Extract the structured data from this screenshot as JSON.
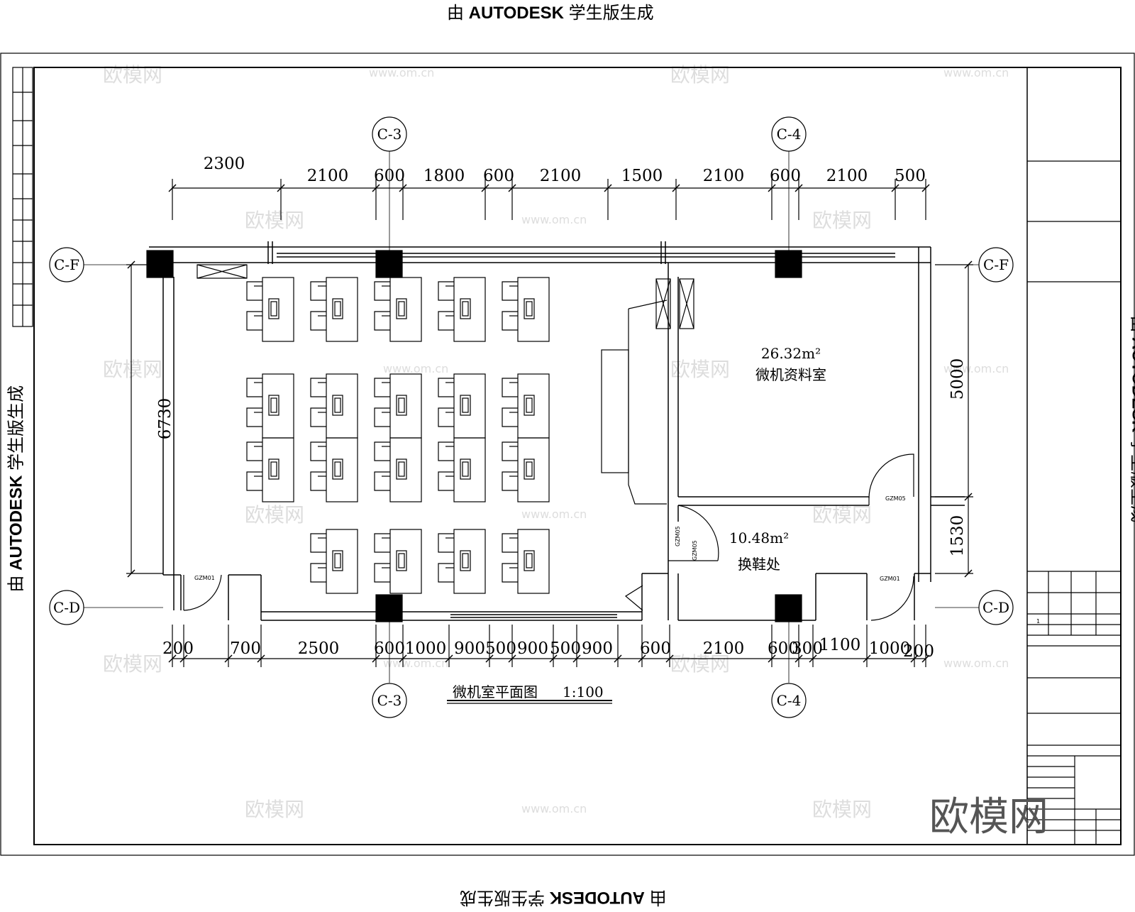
{
  "stamp": {
    "prefix": "由",
    "brand": "AUTODESK",
    "suffix": "学生版生成"
  },
  "axes": {
    "c3": "C-3",
    "c4": "C-4",
    "cf": "C-F",
    "cd": "C-D"
  },
  "dims_top": [
    "2300",
    "2100",
    "600",
    "1800",
    "600",
    "2100",
    "1500",
    "2100",
    "600",
    "2100",
    "500"
  ],
  "dims_bottom": [
    "200",
    "700",
    "2500",
    "600",
    "1000",
    "900",
    "500",
    "900",
    "500",
    "900",
    "600",
    "2100",
    "600",
    "300",
    "1100",
    "1000",
    "200"
  ],
  "dims_left": "6730",
  "dims_right": [
    "5000",
    "1530"
  ],
  "rooms": [
    {
      "area": "26.32m²",
      "name": "微机资料室"
    },
    {
      "area": "10.48m²",
      "name": "换鞋处"
    }
  ],
  "door_labels": [
    "GZM01",
    "GZM05",
    "GZM05",
    "GZM05",
    "GZM01"
  ],
  "drawing_title": {
    "name": "微机室平面图",
    "scale": "1:100"
  },
  "watermark": {
    "logo": "欧模网",
    "site": "www.om.cn"
  },
  "title_block_num": "1"
}
